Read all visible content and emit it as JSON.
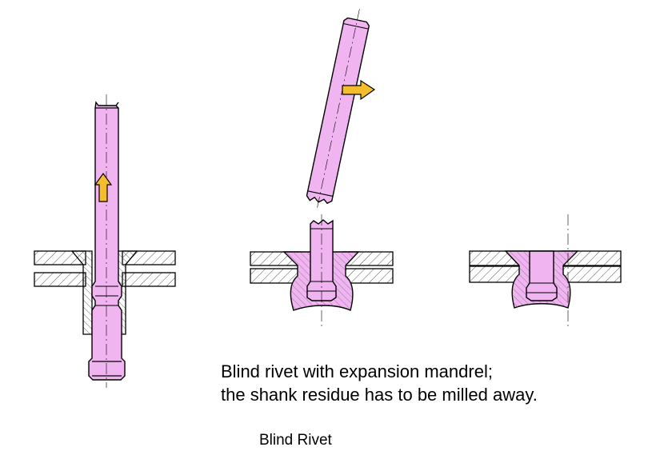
{
  "caption": {
    "line1": "Blind rivet with expansion mandrel;",
    "line2": "the shank residue has to be milled away."
  },
  "title": "Blind Rivet",
  "colors": {
    "rivet_fill": "#f0b4f0",
    "arrow_fill": "#f5bd2b",
    "line": "#000000",
    "hatch": "#555555"
  },
  "icons": [
    "arrow-up-icon",
    "arrow-right-icon"
  ]
}
